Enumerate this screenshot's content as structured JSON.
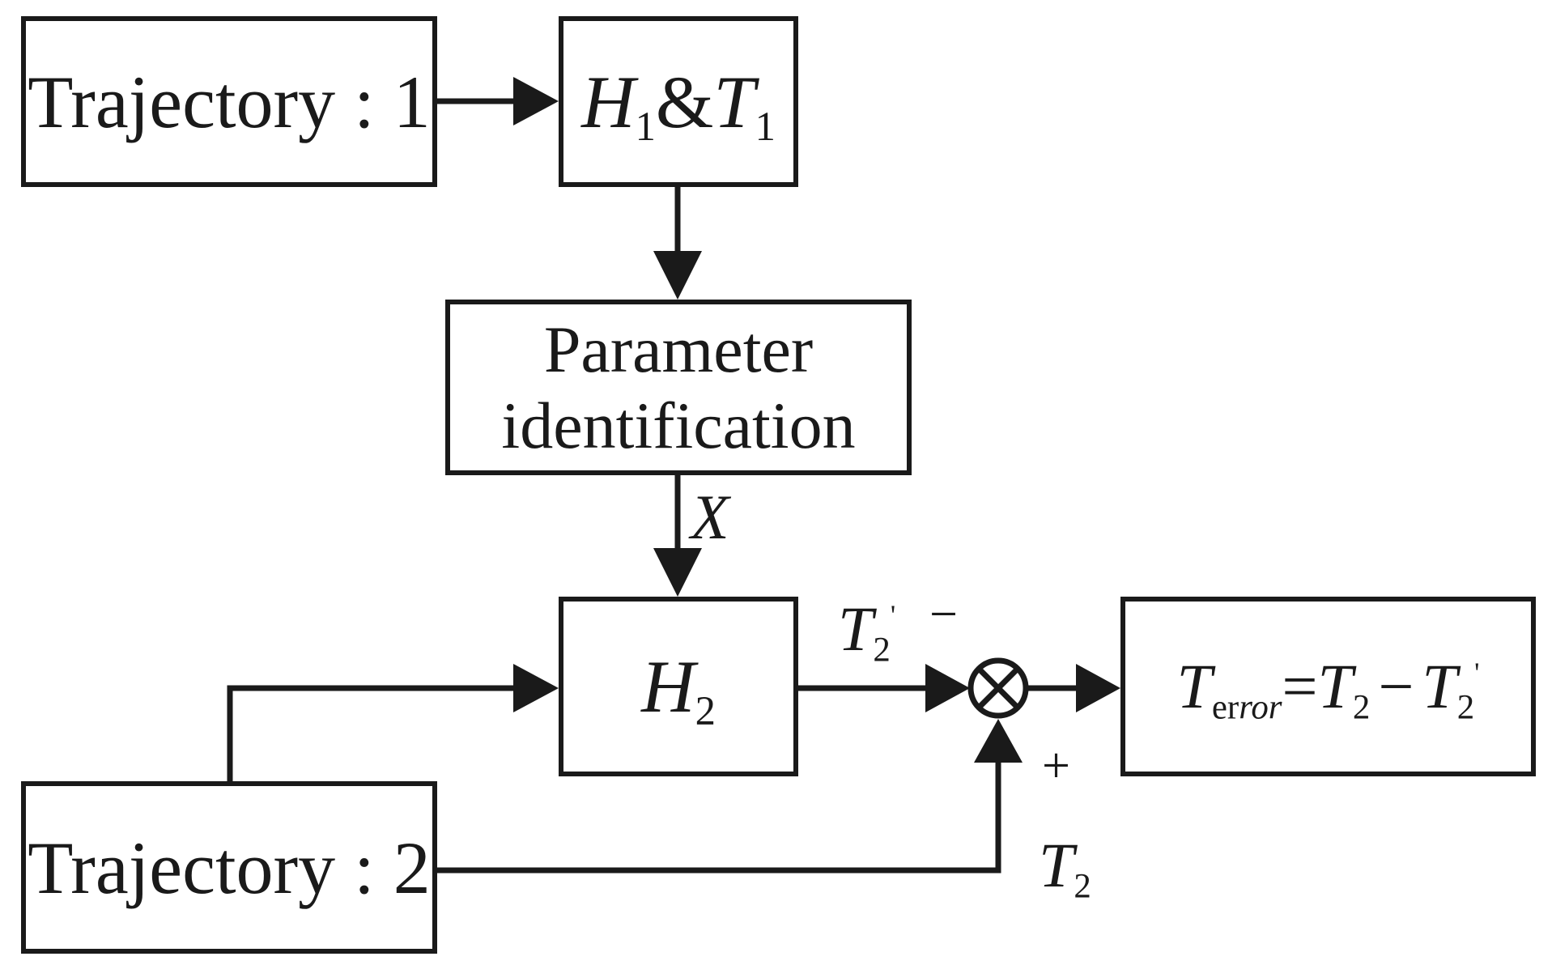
{
  "boxes": {
    "trajectory1": "Trajectory : 1",
    "trajectory2": "Trajectory : 2",
    "h1t1": {
      "h": "H",
      "h_sub": "1",
      "amp": "&",
      "t": "T",
      "t_sub": "1"
    },
    "param_line1": "Parameter",
    "param_line2": "identification",
    "h2": {
      "h": "H",
      "h_sub": "2"
    },
    "terror": {
      "t": "T",
      "sub_plain": "er",
      "sub_italic": "ror",
      "eq": "=",
      "t2": "T",
      "t2_sub": "2",
      "minus": "−",
      "t2p": "T",
      "t2p_sub": "2",
      "t2p_sup": "'"
    }
  },
  "labels": {
    "x": "X",
    "t2prime": {
      "t": "T",
      "sub": "2",
      "sup": "'"
    },
    "minus_sign": "−",
    "plus_sign": "+",
    "t2": {
      "t": "T",
      "sub": "2"
    }
  },
  "summing_junction_icon": "circle-times-icon"
}
